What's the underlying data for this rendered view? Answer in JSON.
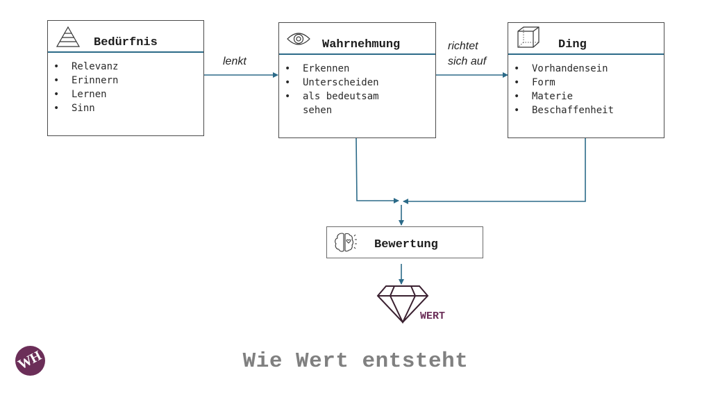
{
  "boxes": {
    "beduerfnis": {
      "title": "Bedürfnis",
      "icon": "pyramid-icon",
      "items": [
        "Relevanz",
        "Erinnern",
        "Lernen",
        "Sinn"
      ]
    },
    "wahrnehmung": {
      "title": "Wahrnehmung",
      "icon": "eye-icon",
      "items": [
        "Erkennen",
        "Unterscheiden",
        "als bedeutsam",
        "sehen"
      ]
    },
    "ding": {
      "title": "Ding",
      "icon": "cube-icon",
      "items": [
        "Vorhandensein",
        "Form",
        "Materie",
        "Beschaffenheit"
      ]
    },
    "bewertung": {
      "title": "Bewertung",
      "icon": "brain-heart-icon"
    }
  },
  "edges": {
    "lenkt": "lenkt",
    "richtet_line1": "richtet",
    "richtet_line2": "sich auf"
  },
  "result": {
    "label": "WERT",
    "icon": "diamond-icon"
  },
  "footer": {
    "title": "Wie Wert entsteht",
    "logo_text": "WH"
  },
  "colors": {
    "connector": "#2b6a88",
    "accent": "#6b2e58",
    "footer_text": "#808080"
  }
}
